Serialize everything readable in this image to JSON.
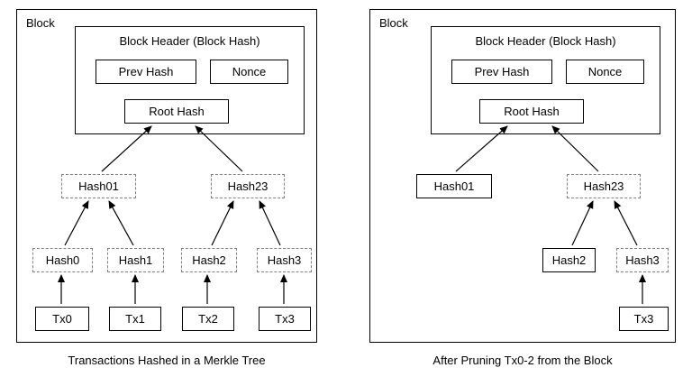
{
  "left_panel": {
    "block": "Block",
    "block_header": "Block Header (Block Hash)",
    "prev_hash": "Prev Hash",
    "nonce": "Nonce",
    "root_hash": "Root Hash",
    "hash01": "Hash01",
    "hash23": "Hash23",
    "hash0": "Hash0",
    "hash1": "Hash1",
    "hash2": "Hash2",
    "hash3": "Hash3",
    "tx0": "Tx0",
    "tx1": "Tx1",
    "tx2": "Tx2",
    "tx3": "Tx3",
    "caption": "Transactions Hashed in a Merkle Tree"
  },
  "right_panel": {
    "block": "Block",
    "block_header": "Block Header (Block Hash)",
    "prev_hash": "Prev Hash",
    "nonce": "Nonce",
    "root_hash": "Root Hash",
    "hash01": "Hash01",
    "hash23": "Hash23",
    "hash2": "Hash2",
    "hash3": "Hash3",
    "tx3": "Tx3",
    "caption": "After Pruning Tx0-2 from the Block"
  },
  "colors": {
    "background": "#ffffff",
    "solid_border": "#000000",
    "dashed_border": "#808080",
    "text": "#000000"
  }
}
